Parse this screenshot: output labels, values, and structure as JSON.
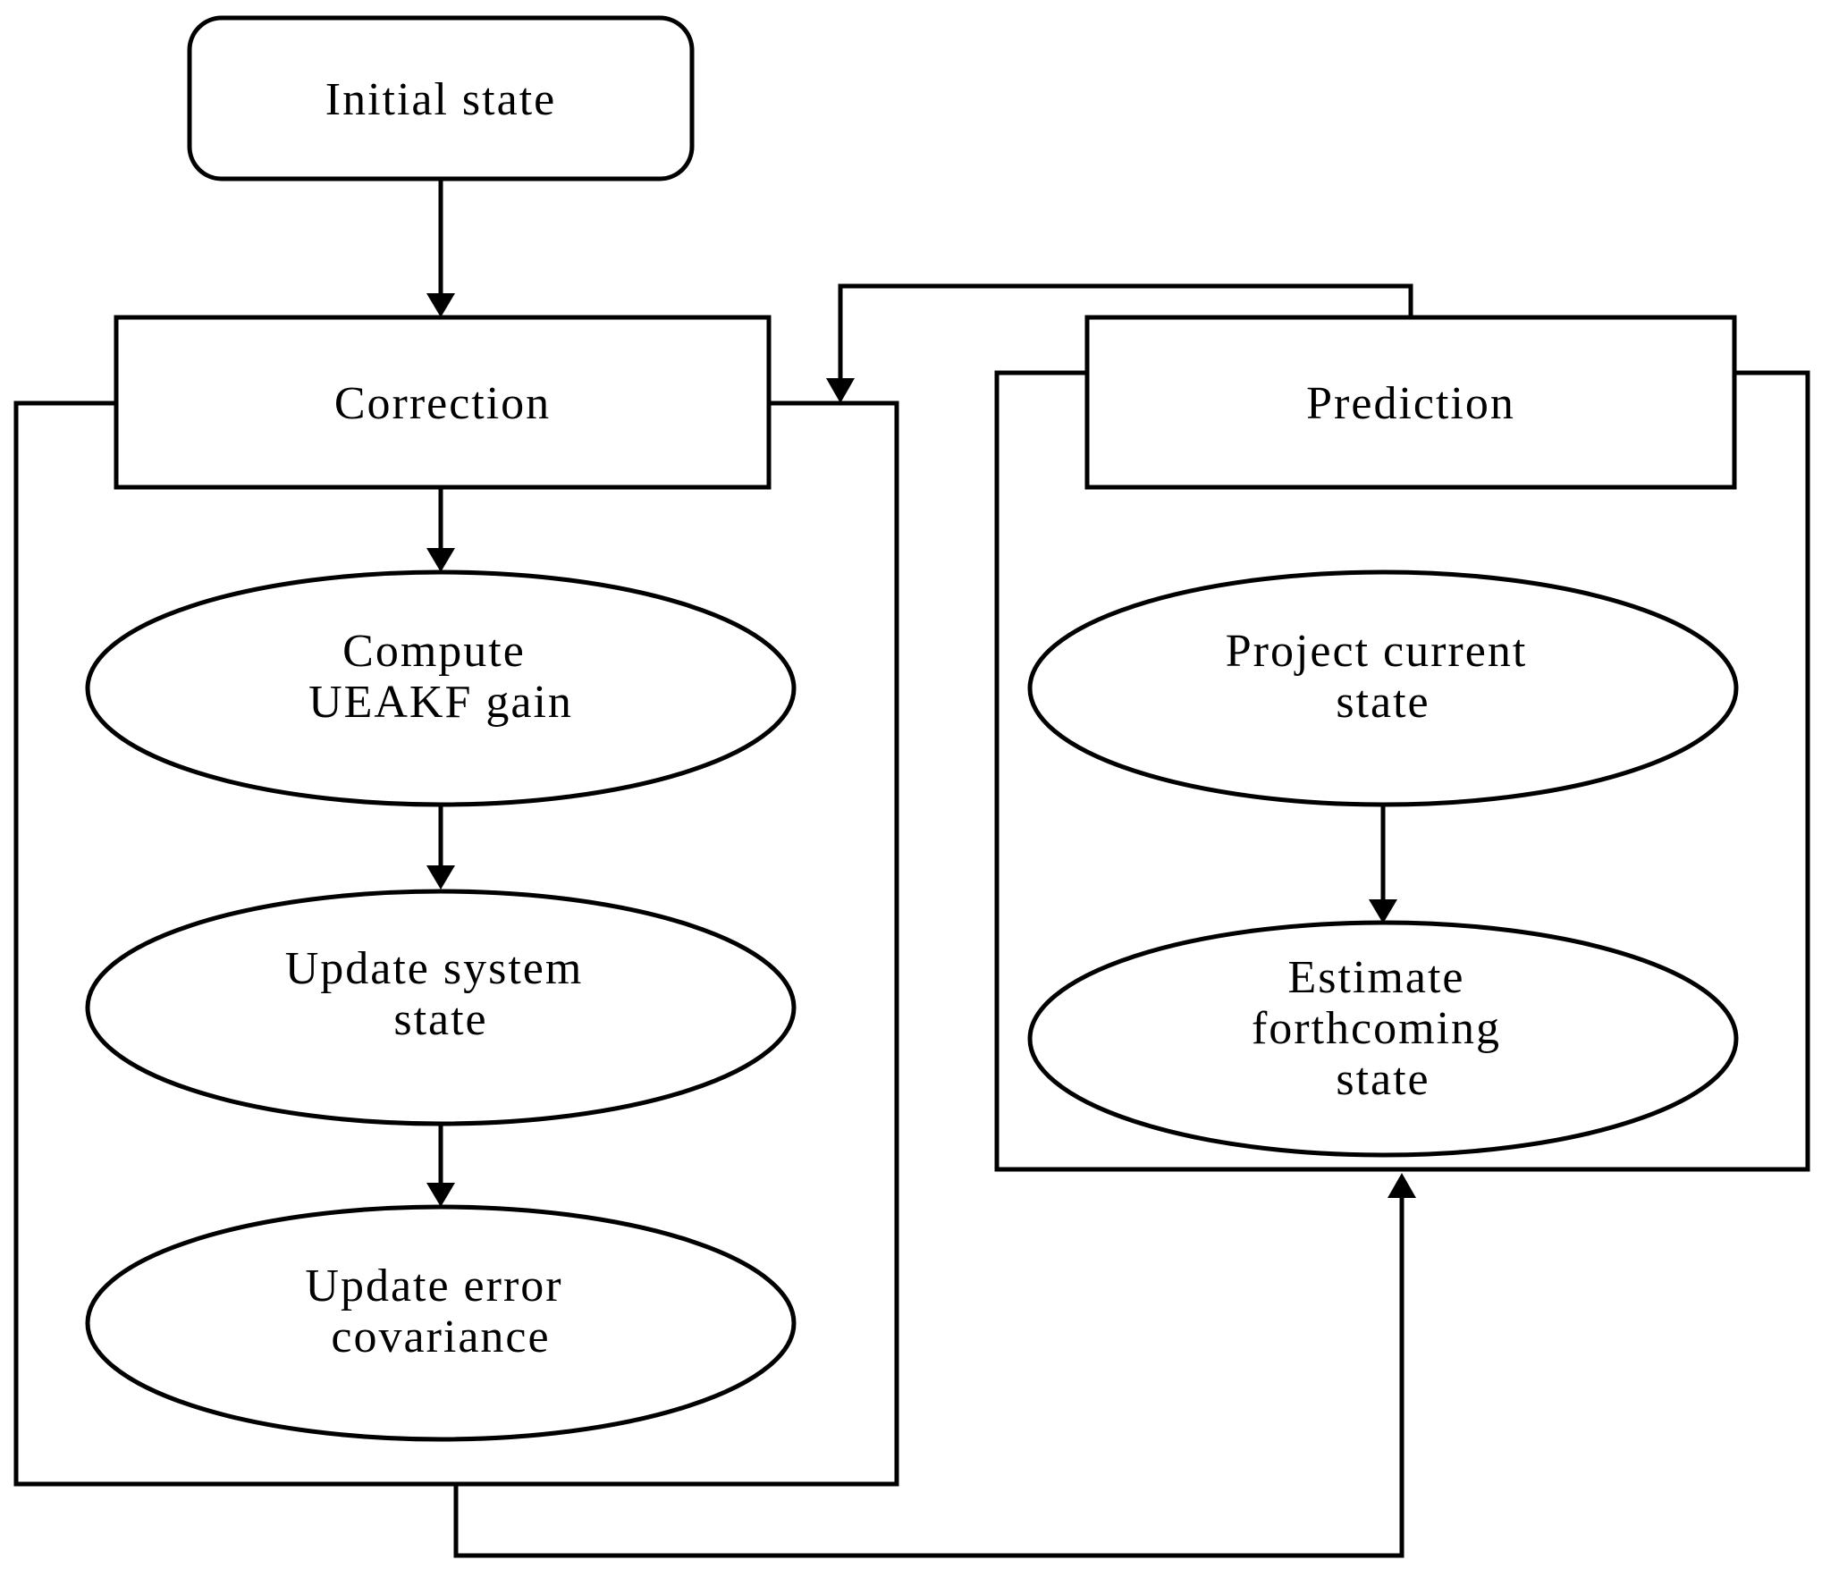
{
  "nodes": {
    "initial_state": "Initial state",
    "correction": "Correction",
    "prediction": "Prediction",
    "compute_gain": [
      "Compute",
      "UEAKF gain"
    ],
    "update_system_state": [
      "Update system",
      "state"
    ],
    "update_error_covariance": [
      "Update error",
      "covariance"
    ],
    "project_current_state": [
      "Project current",
      "state"
    ],
    "estimate_forthcoming_state": [
      "Estimate",
      "forthcoming",
      "state"
    ]
  },
  "colors": {
    "stroke": "#000000",
    "fill": "#ffffff",
    "background": "#ffffff"
  }
}
